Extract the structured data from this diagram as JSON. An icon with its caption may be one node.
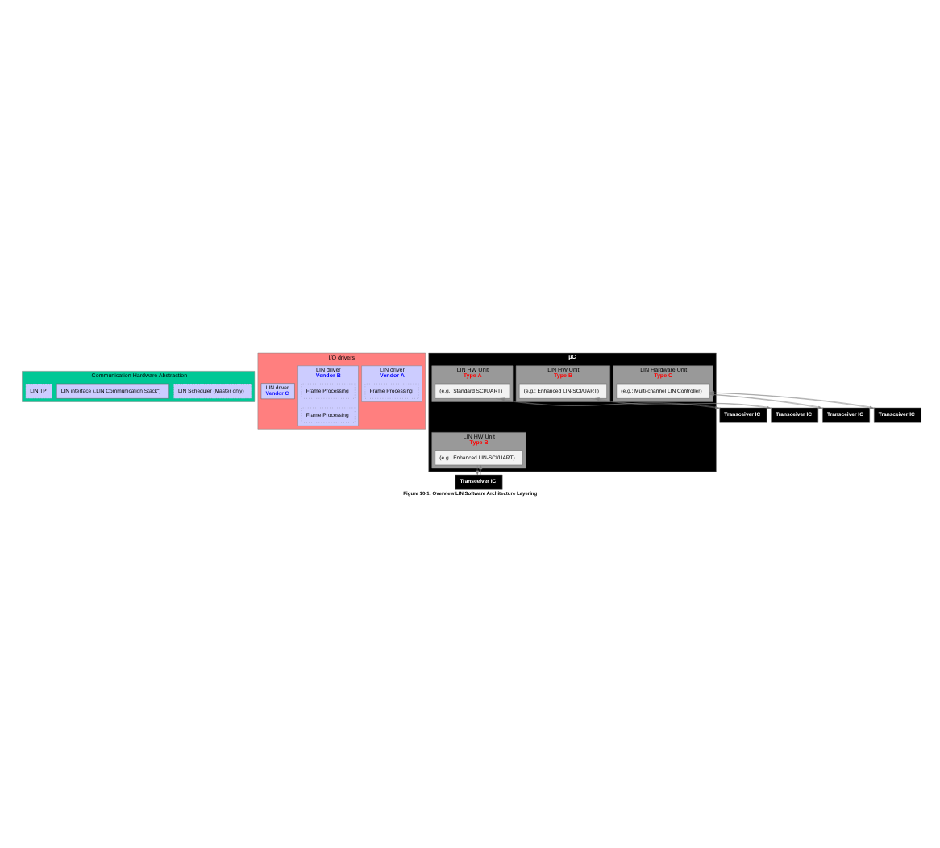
{
  "diagram": {
    "caption": "Figure 10-1: Overview LIN Software Architecture Layering",
    "nodes": [
      {
        "text": [
          "Communication Hardware Abstraction"
        ]
      },
      {
        "text": [
          "LIN Scheduler (Master only)"
        ],
        "in": 0
      },
      {
        "text": [
          "LIN interface („LIN Communication Stack“)"
        ],
        "in": 0
      },
      {
        "text": [
          "LIN TP"
        ],
        "in": 0
      },
      {
        "text": [
          "I/O drivers"
        ]
      },
      {
        "text": [
          "LIN driver",
          "Vendor A"
        ],
        "in": 4
      },
      {
        "text": [
          "Frame Processing"
        ],
        "in": 5
      },
      {
        "text": [
          "LIN driver",
          "Vendor B"
        ],
        "in": 4
      },
      {
        "text": [
          "Frame Processing"
        ],
        "in": 7
      },
      {
        "text": [
          "Frame Processing"
        ],
        "in": 7
      },
      {
        "text": [
          "LIN driver",
          "Vendor C"
        ],
        "in": 4
      },
      {
        "text": [
          "µC"
        ]
      },
      {
        "text": [
          "LIN HW Unit",
          "Type A"
        ],
        "in": 11
      },
      {
        "text": [
          "(e.g.: Standard SCI/UART)"
        ],
        "in": 12
      },
      {
        "text": [
          "LIN HW Unit",
          "Type B"
        ],
        "in": 11
      },
      {
        "text": [
          "(e.g.: Enhanced LIN-SCI/UART)"
        ],
        "in": 14
      },
      {
        "text": [
          "LIN HW Unit",
          "Type B"
        ],
        "in": 11
      },
      {
        "text": [
          "(e.g.: Enhanced LIN-SCI/UART)"
        ],
        "in": 16
      },
      {
        "text": [
          "LIN Hardware Unit",
          "Type C"
        ],
        "in": 11
      },
      {
        "text": [
          "(e.g.: Multi-channel LIN Controller)"
        ],
        "in": 18
      },
      {
        "text": [
          "Transceiver IC"
        ]
      },
      {
        "text": [
          "Transceiver IC"
        ]
      },
      {
        "text": [
          "Transceiver IC"
        ]
      },
      {
        "text": [
          "Transceiver IC"
        ]
      },
      {
        "text": [
          "Transceiver IC"
        ]
      }
    ],
    "edges": [
      {
        "from": 13,
        "to": 20,
        "arrow": "to"
      },
      {
        "from": 20,
        "to": 13,
        "arrow": "to"
      },
      {
        "from": 15,
        "to": 21,
        "arrow": "to"
      },
      {
        "from": 21,
        "to": 15,
        "arrow": "to"
      },
      {
        "from": 17,
        "to": 22,
        "arrow": "to"
      },
      {
        "from": 22,
        "to": 17,
        "arrow": "to"
      },
      {
        "from": 19,
        "to": 23,
        "arrow": "to"
      },
      {
        "from": 23,
        "to": 19,
        "arrow": "to"
      },
      {
        "from": 19,
        "to": 24,
        "arrow": "to"
      },
      {
        "from": 24,
        "to": 19,
        "arrow": "to"
      }
    ]
  }
}
